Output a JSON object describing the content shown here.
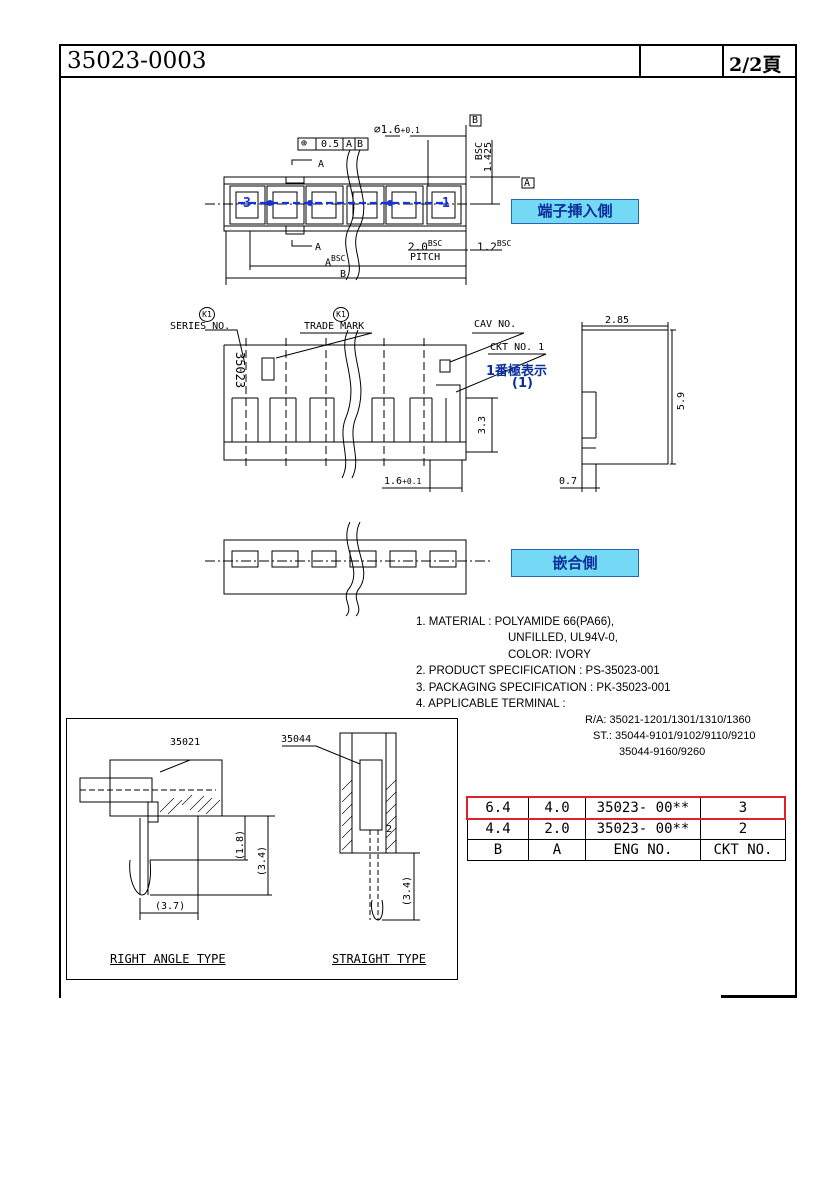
{
  "header": {
    "part_number": "35023-0003",
    "page": "2/2頁"
  },
  "top_view": {
    "flatness": "0.5",
    "datum_a": "A",
    "datum_b": "B",
    "hole_dia": "1.6",
    "hole_tol": "+0.1",
    "dim_1425": "1.425",
    "bsc": "BSC",
    "section_a": "A",
    "pitch_val": "2.0",
    "pitch_label": "PITCH",
    "dim_12": "1.2",
    "dim_a": "A",
    "dim_b": "B",
    "pin_3": "3",
    "pin_1": "1",
    "insert_side": "端子挿入側"
  },
  "front_view": {
    "k1": "K1",
    "series_no": "SERIES NO.",
    "trade_mark": "TRADE MARK",
    "cav_no": "CAV NO.",
    "ckt_no": "CKT NO. 1",
    "pin1_mark": "1番極表示",
    "pin1_paren": "(1)",
    "series_text": "35023",
    "dim_33": "3.3",
    "dim_16": "1.6",
    "dim_16_tol": "+0.1"
  },
  "side_view": {
    "dim_285": "2.85",
    "dim_59": "5.9",
    "dim_07": "0.7"
  },
  "mating_side": "嵌合側",
  "notes": [
    "1. MATERIAL : POLYAMIDE 66(PA66),",
    "UNFILLED, UL94V-0,",
    "COLOR: IVORY",
    "2. PRODUCT SPECIFICATION : PS-35023-001",
    "3. PACKAGING SPECIFICATION : PK-35023-001",
    "4. APPLICABLE TERMINAL :"
  ],
  "terminals": {
    "ra_label": "R/A:",
    "ra_value": "35021-1201/1301/1310/1360",
    "st_label": "ST.:",
    "st_value1": "35044-9101/9102/9110/9210",
    "st_value2": "35044-9160/9260"
  },
  "table": {
    "rows": [
      [
        "6.4",
        "4.0",
        "35023- 00**",
        "3"
      ],
      [
        "4.4",
        "2.0",
        "35023- 00**",
        "2"
      ],
      [
        "B",
        "A",
        "ENG NO.",
        "CKT NO."
      ]
    ],
    "highlight_color": "#e0202a"
  },
  "inset": {
    "ra_part": "35021",
    "st_part": "35044",
    "dim_18": "(1.8)",
    "dim_34a": "(3.4)",
    "dim_37": "(3.7)",
    "dim_34b": "(3.4)",
    "dim_2": "2",
    "right_angle": "RIGHT ANGLE TYPE",
    "straight": "STRAIGHT TYPE"
  },
  "colors": {
    "blue_box": "#74d9f5",
    "blue_text": "#0b2f9a",
    "center_line": "#1533d6"
  }
}
